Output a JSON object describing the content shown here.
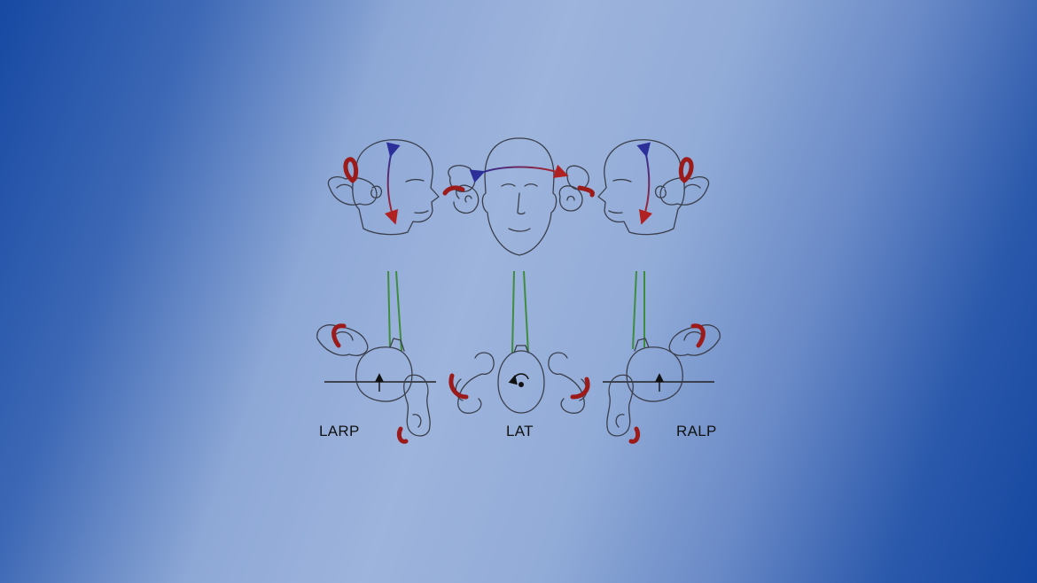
{
  "labels": {
    "larp": "LARP",
    "lat": "LAT",
    "ralp": "RALP"
  },
  "colors": {
    "background_edge": "#1447a0",
    "background_center": "#9db4dc",
    "canal": "#9b1b1b",
    "axis_blue": "#2c2f9a",
    "axis_red": "#b02222",
    "gaze_line": "#3f8c3f",
    "outline": "#3b3f4c"
  },
  "icons": {
    "larp_arrow": "up-arrow-icon",
    "lat_rotation": "rotate-counterclockwise-icon",
    "ralp_arrow": "up-arrow-icon"
  }
}
